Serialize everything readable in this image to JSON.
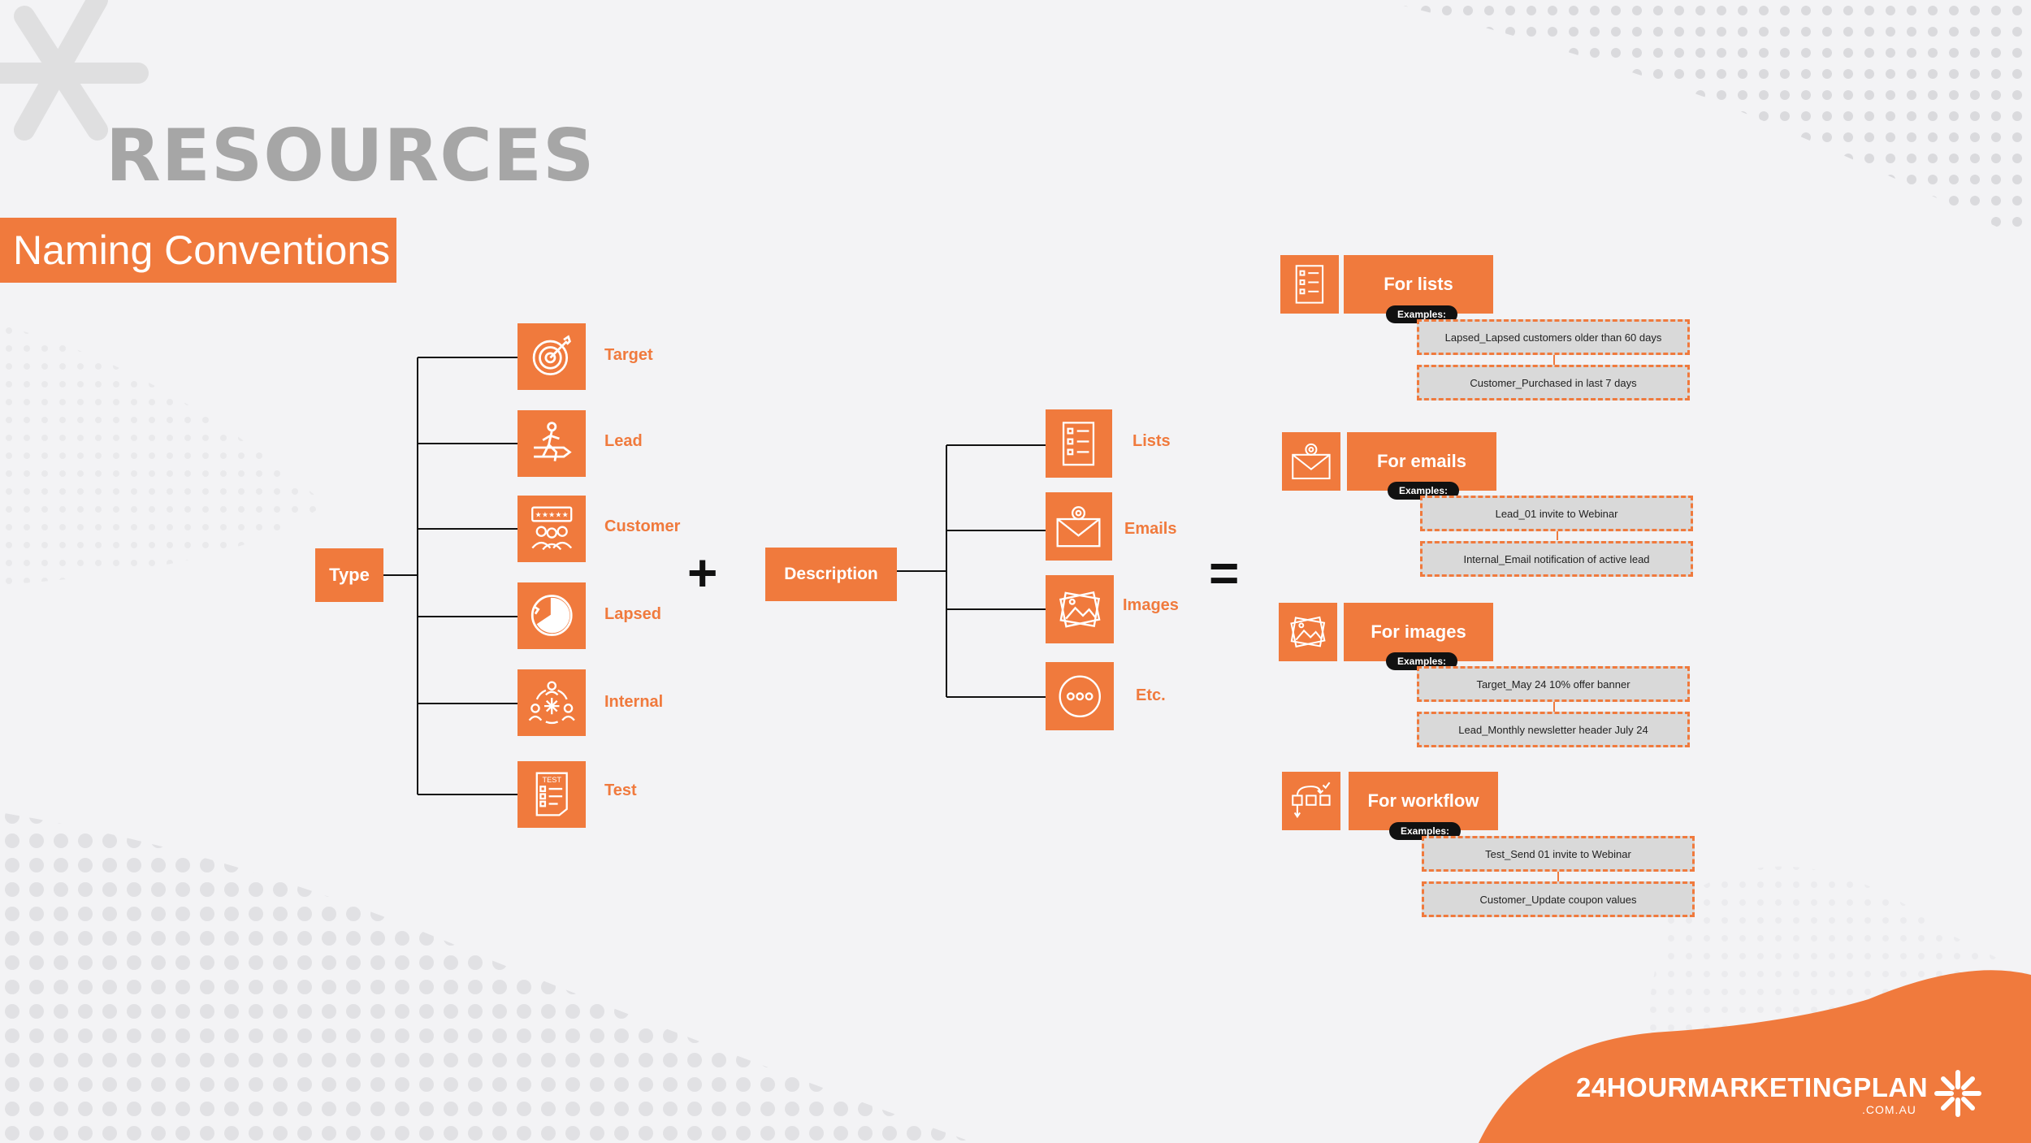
{
  "page": {
    "title": "RESOURCES",
    "subtitle": "Naming Conventions"
  },
  "diagram": {
    "type_label": "Type",
    "plus": "+",
    "description_label": "Description",
    "equals": "=",
    "types": [
      {
        "label": "Target",
        "icon": "target-icon"
      },
      {
        "label": "Lead",
        "icon": "runner-icon"
      },
      {
        "label": "Customer",
        "icon": "customers-rating-icon"
      },
      {
        "label": "Lapsed",
        "icon": "lapsed-clock-icon"
      },
      {
        "label": "Internal",
        "icon": "team-icon"
      },
      {
        "label": "Test",
        "icon": "test-checklist-icon"
      }
    ],
    "descriptions": [
      {
        "label": "Lists",
        "icon": "list-icon"
      },
      {
        "label": "Emails",
        "icon": "email-icon"
      },
      {
        "label": "Images",
        "icon": "images-icon"
      },
      {
        "label": "Etc.",
        "icon": "more-icon"
      }
    ],
    "examples_badge": "Examples:",
    "results": [
      {
        "title": "For lists",
        "icon": "list-icon",
        "examples": [
          "Lapsed_Lapsed customers older than 60 days",
          "Customer_Purchased in last 7 days"
        ]
      },
      {
        "title": "For emails",
        "icon": "email-icon",
        "examples": [
          "Lead_01 invite to Webinar",
          "Internal_Email notification of active lead"
        ]
      },
      {
        "title": "For images",
        "icon": "images-icon",
        "examples": [
          "Target_May 24 10% offer banner",
          "Lead_Monthly newsletter header July 24"
        ]
      },
      {
        "title": "For workflow",
        "icon": "workflow-icon",
        "examples": [
          "Test_Send 01 invite to Webinar",
          "Customer_Update coupon values"
        ]
      }
    ]
  },
  "brand": {
    "logo_text": "24HOURMARKETINGPLAN",
    "logo_sub": ".COM.AU",
    "accent_color": "#f07a3d"
  }
}
